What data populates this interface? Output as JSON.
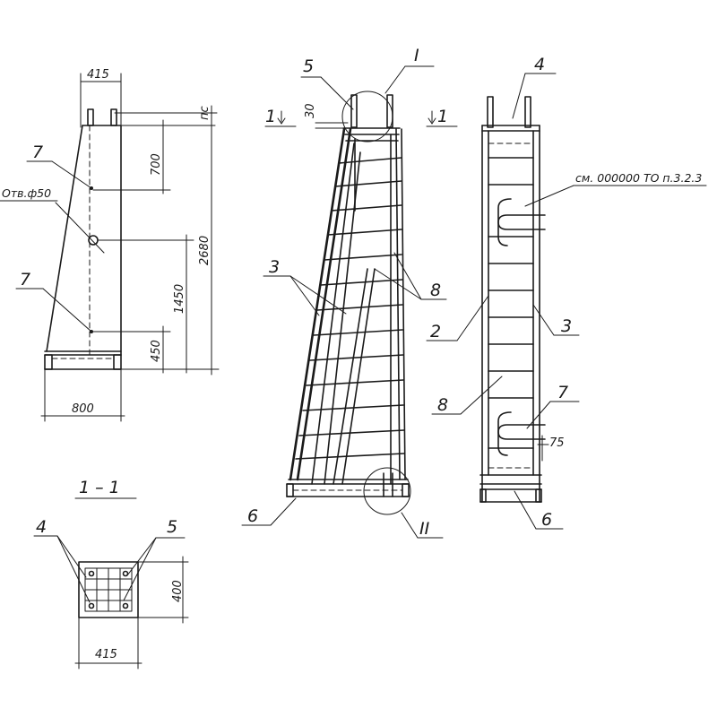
{
  "labels": {
    "rebar_7_top": "7",
    "hole_note": "Отв.ф50",
    "rebar_7_bottom": "7",
    "marker_5": "5",
    "callout_I": "I",
    "section_mark_left": "1",
    "section_mark_right": "1",
    "rebar_3": "3",
    "rebar_8": "8",
    "rebar_6_middle": "6",
    "callout_II": "II",
    "marker_4_right": "4",
    "reference_note": "см. 000000 ТО п.3.2.3",
    "rebar_2": "2",
    "rebar_3_right": "3",
    "rebar_8_right": "8",
    "rebar_7_right": "7",
    "rebar_6_right": "6",
    "section_title": "1 – 1",
    "marker_4_section": "4",
    "marker_5_section": "5"
  },
  "dimensions": {
    "top_width": "415",
    "edge": "пс",
    "d700": "700",
    "d2680": "2680",
    "d1450": "1450",
    "d450": "450",
    "d800": "800",
    "d30": "30",
    "d75": "75",
    "section_height": "400",
    "section_width": "415"
  }
}
